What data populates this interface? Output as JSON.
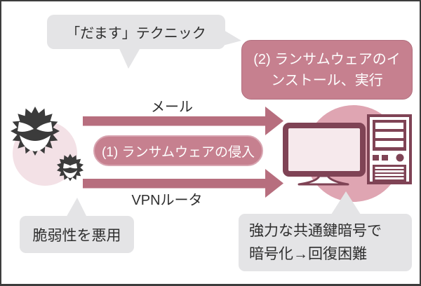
{
  "figure": {
    "technique_bubble": "「だます」テクニック",
    "step2_box": {
      "line1": "(2) ランサムウェアのイ",
      "line2": "ンストール、実行"
    },
    "routes": {
      "mail": "メール",
      "vpn": "VPNルータ"
    },
    "step1_box": "(1) ランサムウェアの侵入",
    "vulnerability_bubble": "脆弱性を悪用",
    "encryption_bubble": {
      "line1": "強力な共通鍵暗号で",
      "line2": "暗号化→回復困難"
    }
  },
  "icons": {
    "malware": "malware-virus-icon",
    "computer": "desktop-computer-icon",
    "arrows": [
      "mail-arrow-icon",
      "vpn-arrow-icon"
    ],
    "speech_tails": [
      "tail-down-icon",
      "tail-right-icon",
      "tail-up-icon"
    ]
  },
  "colors": {
    "arrow_rose": "#b76e7e",
    "box_rose": "#c6808f",
    "dark_rose": "#7f4355",
    "screen_pink": "#f6e9ec",
    "bubble_gray": "#e4e4e6",
    "halo_light_pink": "#f3e1e6",
    "halo_pink": "#dfa5b2",
    "virus_dark": "#3b3b3b",
    "text_dark": "#2f2f2f",
    "frame_border": "#3c3c3c"
  }
}
